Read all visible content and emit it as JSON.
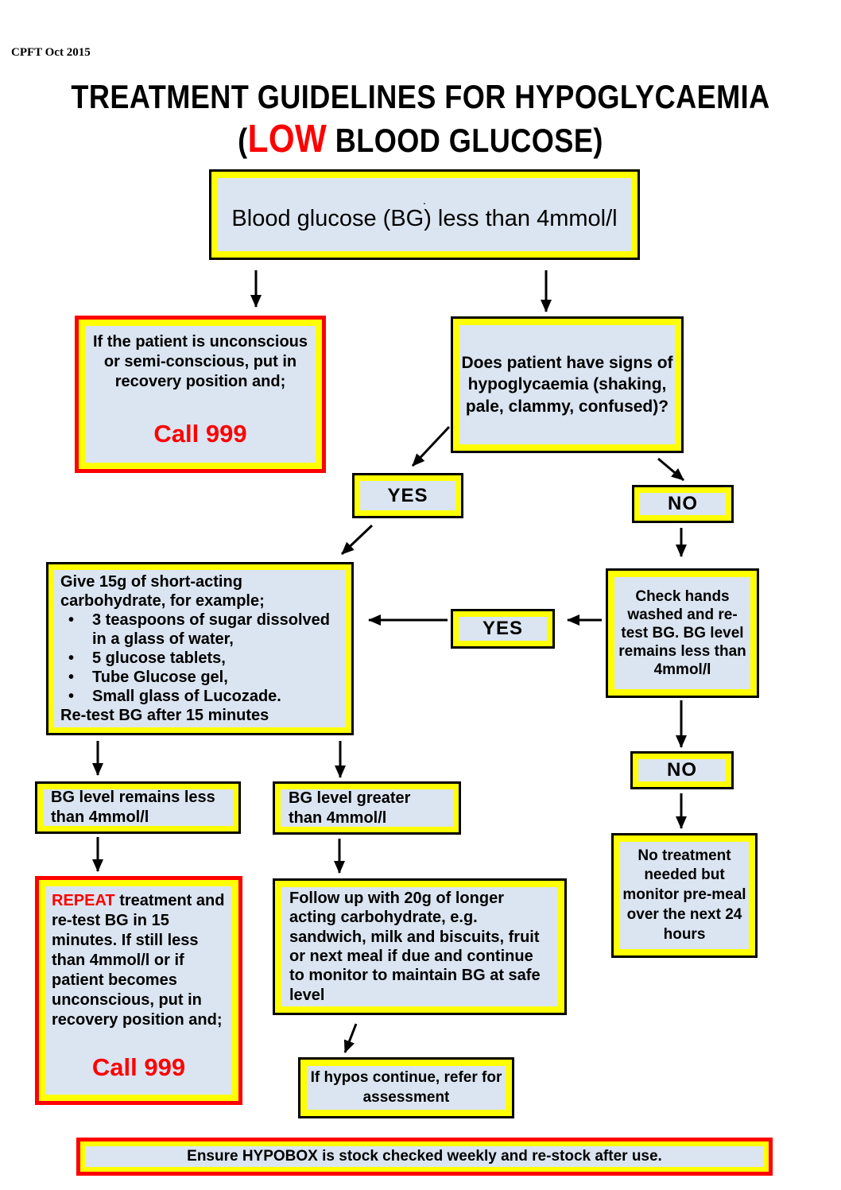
{
  "meta": {
    "stamp": "CPFT Oct 2015"
  },
  "title": {
    "line1": "TREATMENT GUIDELINES FOR HYPOGLYCAEMIA",
    "paren": "(",
    "low": "LOW",
    "rest": " BLOOD GLUCOSE)"
  },
  "colors": {
    "accent_yellow": "#ffff00",
    "accent_red": "#ff0000",
    "box_fill_blue": "#dbe5f1",
    "border_black": "#000000"
  },
  "boxes": {
    "bg_low": {
      "dot": ".",
      "text": "Blood glucose (BG) less than 4mmol/l"
    },
    "unconscious": {
      "text": "If the patient is unconscious or semi-conscious, put in recovery position and;",
      "call": "Call 999"
    },
    "signs": {
      "text": "Does patient have signs of hypoglycaemia (shaking, pale, clammy, confused)?"
    },
    "yes1": {
      "label": "YES"
    },
    "no1": {
      "label": "NO"
    },
    "give15": {
      "intro": "Give 15g of short-acting carbohydrate, for example;",
      "bullet_char": "•",
      "bullets": [
        "3 teaspoons of sugar dissolved in a glass of water,",
        "5 glucose tablets,",
        "Tube Glucose gel,",
        "Small glass of Lucozade."
      ],
      "outro": "Re-test BG after 15 minutes"
    },
    "check_hands": {
      "text": "Check hands washed and re-test BG. BG level remains less than 4mmol/l"
    },
    "yes2": {
      "label": "YES"
    },
    "no2": {
      "label": "NO"
    },
    "bg_remains": {
      "text": "BG level remains less than 4mmol/l"
    },
    "bg_greater": {
      "text": "BG level greater than 4mmol/l"
    },
    "no_treatment": {
      "text": "No treatment needed but monitor pre-meal over the next 24 hours"
    },
    "repeat": {
      "red_word": "REPEAT",
      "text": " treatment and re-test BG in 15 minutes. If still less than 4mmol/l or if patient becomes unconscious, put in recovery position and;",
      "call": "Call 999"
    },
    "follow_up": {
      "text": "Follow up with 20g of longer acting carbohydrate, e.g. sandwich, milk and biscuits, fruit or next meal if due and continue to monitor to maintain BG at safe level"
    },
    "hypos": {
      "text": "If hypos continue, refer for assessment"
    },
    "hypobox": {
      "text": "Ensure HYPOBOX is stock checked weekly and re-stock after use."
    }
  }
}
